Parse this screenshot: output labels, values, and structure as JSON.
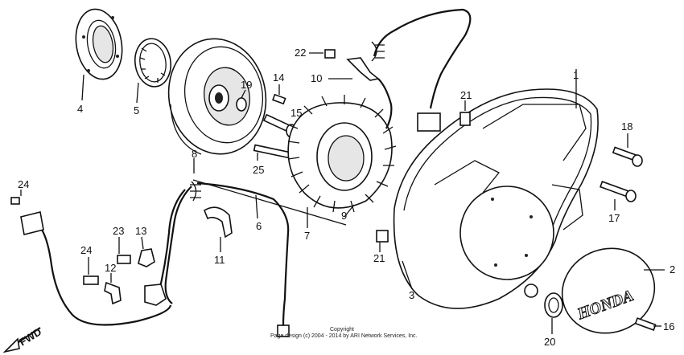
{
  "labels": {
    "l1": "1",
    "l2": "2",
    "l3": "3",
    "l4": "4",
    "l5": "5",
    "l6": "6",
    "l7": "7",
    "l8": "8",
    "l9": "9",
    "l10": "10",
    "l11": "11",
    "l12": "12",
    "l13": "13",
    "l14": "14",
    "l15": "15",
    "l16": "16",
    "l17": "17",
    "l18": "18",
    "l19": "19",
    "l20": "20",
    "l21a": "21",
    "l21b": "21",
    "l22": "22",
    "l23": "23",
    "l24a": "24",
    "l24b": "24",
    "l25": "25"
  },
  "fwd_label": "FWD",
  "logo_text": "HONDA",
  "copyright_line1": "Copyright",
  "copyright_line2": "Page design (c) 2004 - 2014 by ARI Network Services, Inc."
}
